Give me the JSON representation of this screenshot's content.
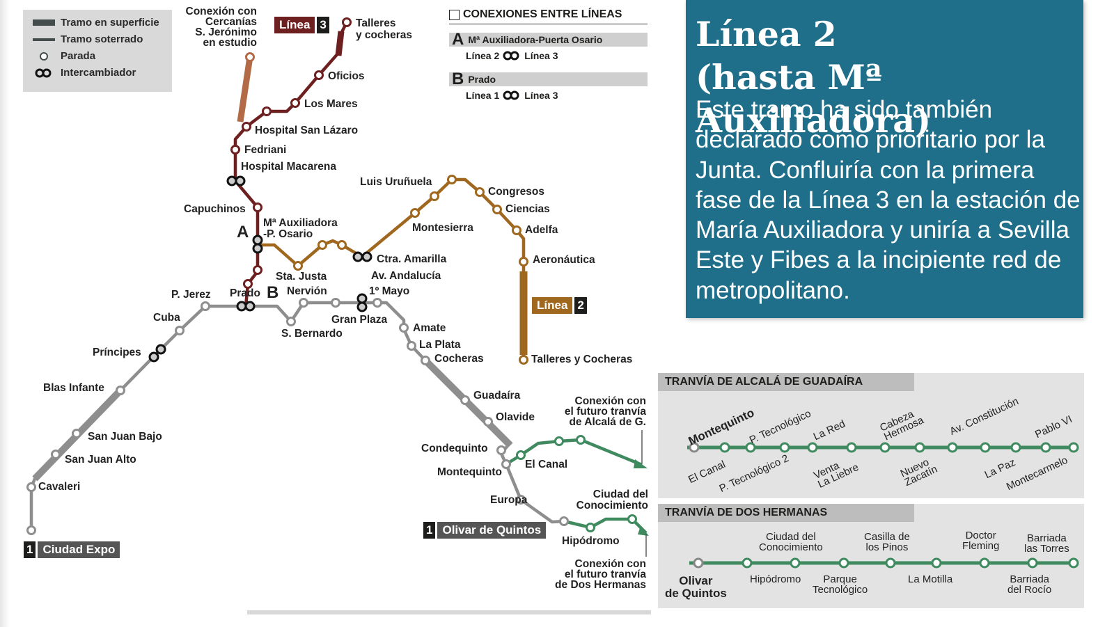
{
  "legend": {
    "items": [
      {
        "symbol": "thick-bar",
        "label": "Tramo en superficie"
      },
      {
        "symbol": "thin-bar",
        "label": "Tramo soterrado"
      },
      {
        "symbol": "circle",
        "label": "Parada"
      },
      {
        "symbol": "interchange",
        "label": "Intercambiador"
      }
    ]
  },
  "colors": {
    "linea1": "#8e8e8e",
    "linea2": "#a0671f",
    "linea3": "#6e1f1f",
    "cercanias": "#b36a47",
    "tram": "#3f8a5f",
    "panel": "#1f6f8b"
  },
  "badges": {
    "linea3": {
      "text": "Línea",
      "num": "3"
    },
    "linea2": {
      "text": "Línea",
      "num": "2"
    },
    "ciudad_expo": {
      "num": "1",
      "text": "Ciudad Expo"
    },
    "olivar": {
      "num": "1",
      "text": "Olivar de Quintos"
    }
  },
  "notes": {
    "cercanias": "Conexión con Cercanías S. Jerónimo en estudio",
    "cercanias_lines": [
      "Conexión con",
      "Cercanías",
      "S. Jerónimo",
      "en estudio"
    ],
    "alcala_lines": [
      "Conexión con",
      "el futuro tranvía",
      "de Alcalá de G."
    ],
    "dos_hermanas_lines": [
      "Conexión con",
      "el  futuro tranvía",
      "de Dos Hermanas"
    ]
  },
  "stations": {
    "talleres3": "Talleres\ny cocheras",
    "oficios": "Oficios",
    "los_mares": "Los Mares",
    "hosp_san_lazaro": "Hospital San Lázaro",
    "fedriani": "Fedriani",
    "hosp_macarena": "Hospital Macarena",
    "capuchinos": "Capuchinos",
    "maux": "Mª Auxiliadora\n-P. Osario",
    "luis_urunuela": "Luis Uruñuela",
    "congresos": "Congresos",
    "ciencias": "Ciencias",
    "montesierra": "Montesierra",
    "adelfa": "Adelfa",
    "ctra_amarilla": "Ctra. Amarilla",
    "aeronautica": "Aeronáutica",
    "sta_justa": "Sta. Justa",
    "av_andalucia": "Av. Andalucía",
    "nervion": "Nervión",
    "primero_mayo": "1º Mayo",
    "p_jerez": "P. Jerez",
    "prado": "Prado",
    "cuba": "Cuba",
    "gran_plaza": "Gran Plaza",
    "amate": "Amate",
    "s_bernardo": "S. Bernardo",
    "la_plata": "La Plata",
    "principes": "Príncipes",
    "cocheras": "Cocheras",
    "talleres2": "Talleres y Cocheras",
    "blas_infante": "Blas Infante",
    "guadaira": "Guadaíra",
    "olavide": "Olavide",
    "san_juan_bajo": "San Juan Bajo",
    "condequinto": "Condequinto",
    "san_juan_alto": "San Juan Alto",
    "el_canal": "El Canal",
    "montequinto": "Montequinto",
    "cavaleri": "Cavaleri",
    "europa": "Europa",
    "ciudad_conoc": "Ciudad del\nConocimiento",
    "hipodromo": "Hipódromo"
  },
  "markers": {
    "A": "A",
    "B": "B"
  },
  "connections": {
    "title": "CONEXIONES ENTRE LÍNEAS",
    "items": [
      {
        "letter": "A",
        "name": "Mª Auxiliadora-Puerta Osario",
        "from": "Línea 2",
        "to": "Línea 3"
      },
      {
        "letter": "B",
        "name": "Prado",
        "from": "Línea 1",
        "to": "Línea 3"
      }
    ]
  },
  "panel": {
    "title_line1": "Línea 2",
    "title_line2": "(hasta Mª Auxiliadora)",
    "body": "Este tramo ha sido también declarado como prioritario por la Junta. Confluiría con la primera fase de la Línea 3 en la estación de María Auxiliadora y uniría a Sevilla Este y Fibes a la incipiente red de metropolitano."
  },
  "tram_alcala": {
    "title": "TRANVÍA DE ALCALÁ DE GUADAÍRA",
    "stops_top": [
      "Montequinto",
      "P. Tecnológico",
      "La Red",
      "Cabeza\nHermosa",
      "Av. Constitución",
      "Pablo VI"
    ],
    "stops_bottom": [
      "El Canal",
      "P. Tecnológico 2",
      "Venta\nLa Liebre",
      "Nuevo\nZacatín",
      "La Paz",
      "Montecarmelo"
    ]
  },
  "tram_dos_hermanas": {
    "title": "TRANVÍA DE DOS HERMANAS",
    "stops_top": [
      "Ciudad del\nConocimiento",
      "Casilla de\nlos Pinos",
      "Doctor\nFleming",
      "Barriada\nlas Torres"
    ],
    "stops_bottom": [
      "Olivar\nde Quintos",
      "Hipódromo",
      "Parque\nTecnológico",
      "La Motilla",
      "Barriada\ndel Rocío"
    ]
  }
}
